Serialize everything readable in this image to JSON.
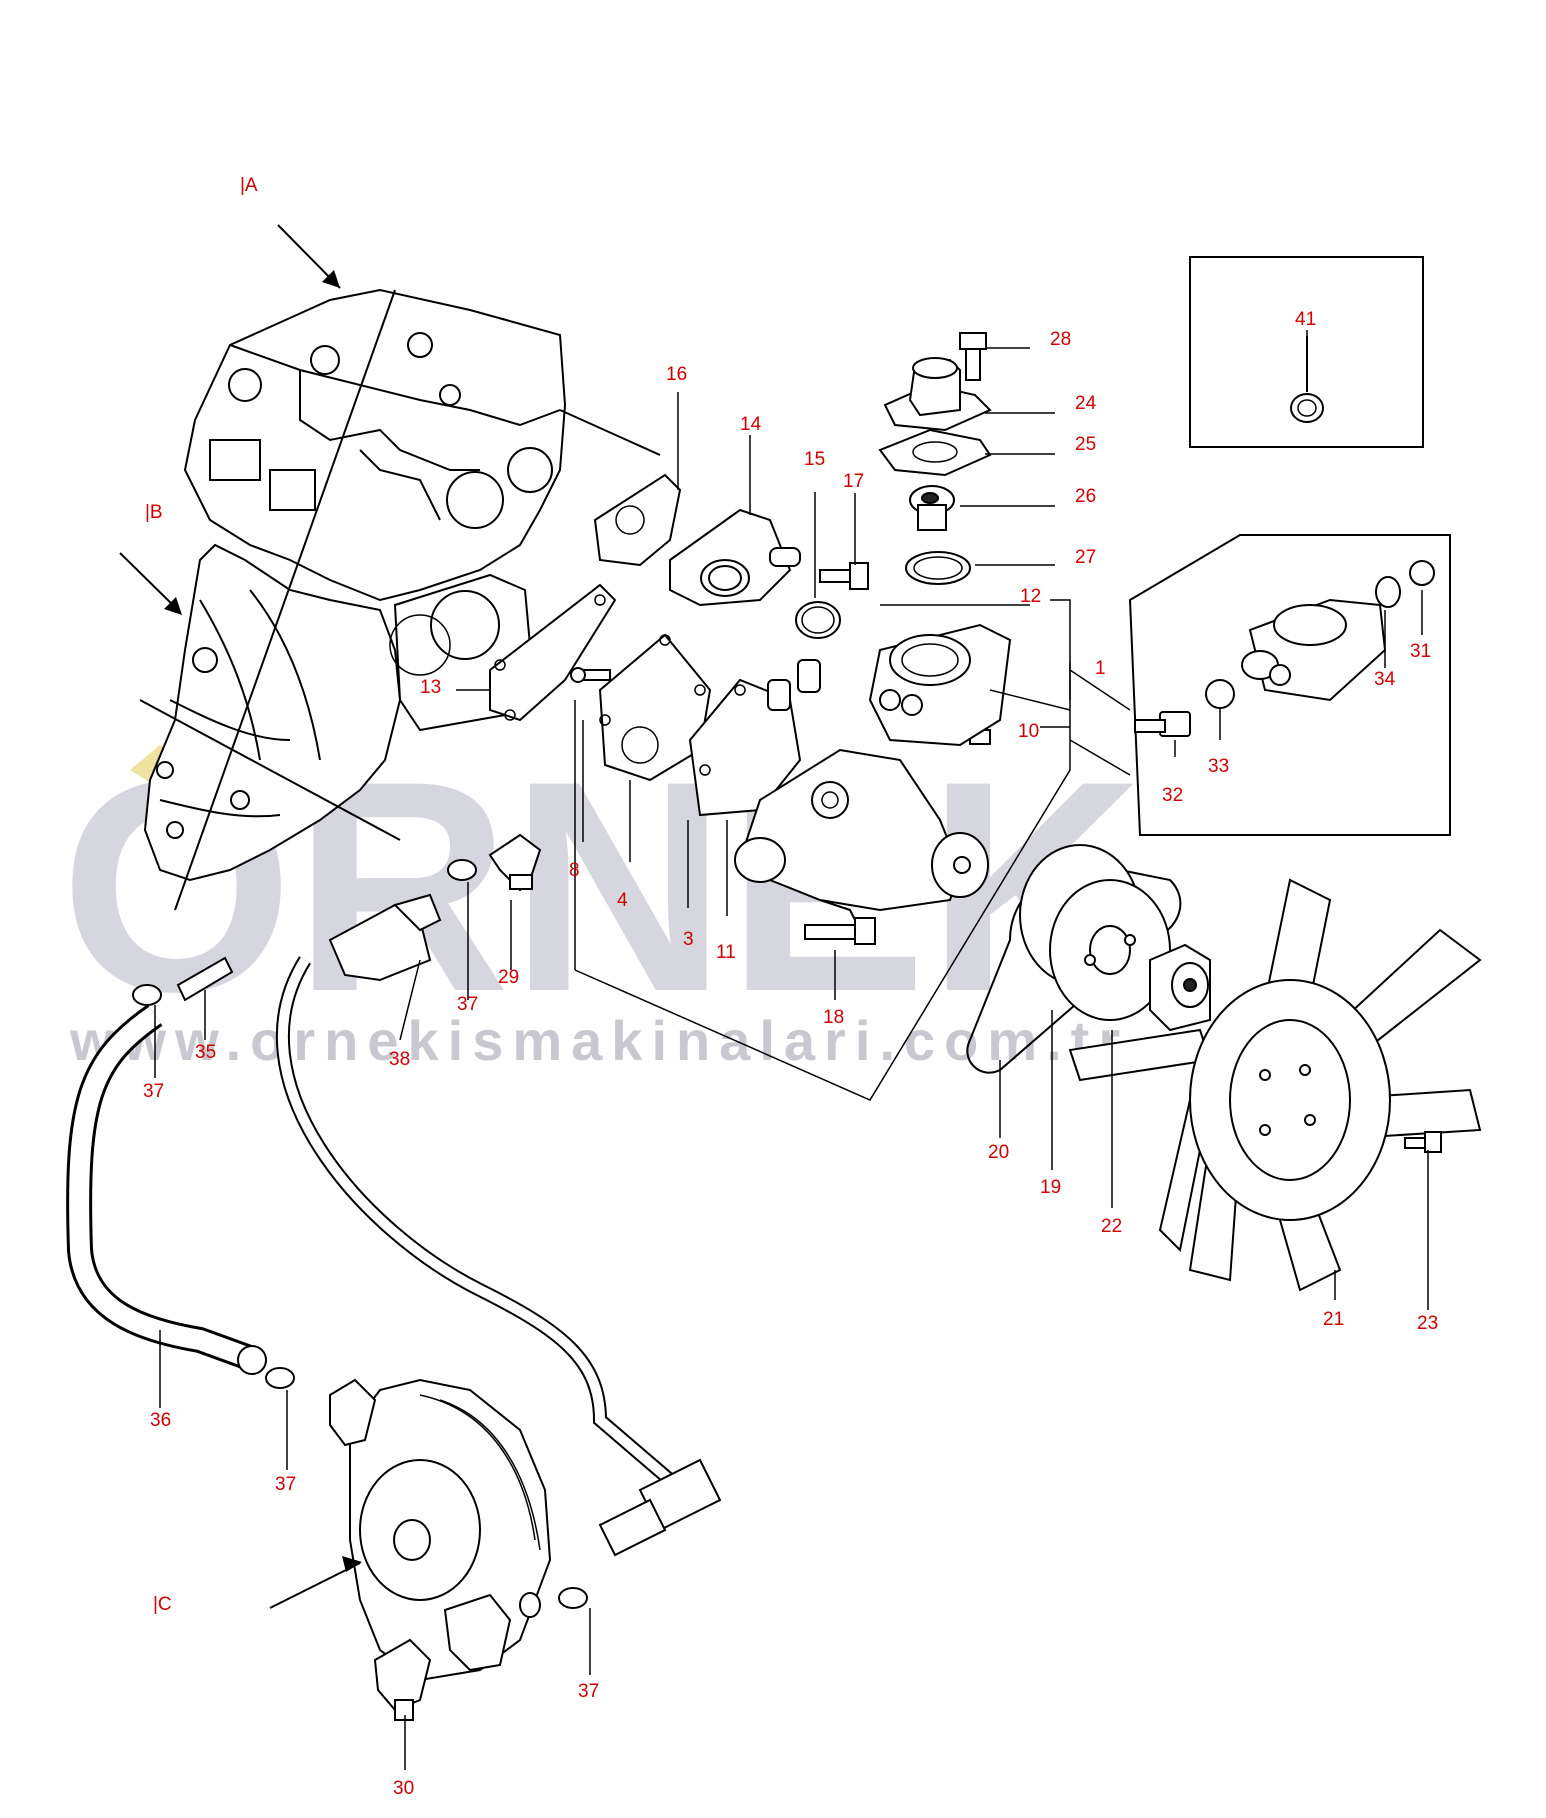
{
  "watermark": {
    "brand": "ORNEK",
    "url": "www.ornekismakinalari.com.tr"
  },
  "view_markers": [
    "|A",
    "|B",
    "|C"
  ],
  "callouts": [
    "1",
    "3",
    "4",
    "8",
    "10",
    "11",
    "12",
    "13",
    "14",
    "15",
    "16",
    "17",
    "18",
    "19",
    "20",
    "21",
    "22",
    "23",
    "24",
    "25",
    "26",
    "27",
    "28",
    "29",
    "30",
    "31",
    "32",
    "33",
    "34",
    "35",
    "36",
    "37",
    "38",
    "41"
  ],
  "colors": {
    "callout": "#d40000",
    "line": "#000000",
    "watermark": "#d6d6de"
  }
}
